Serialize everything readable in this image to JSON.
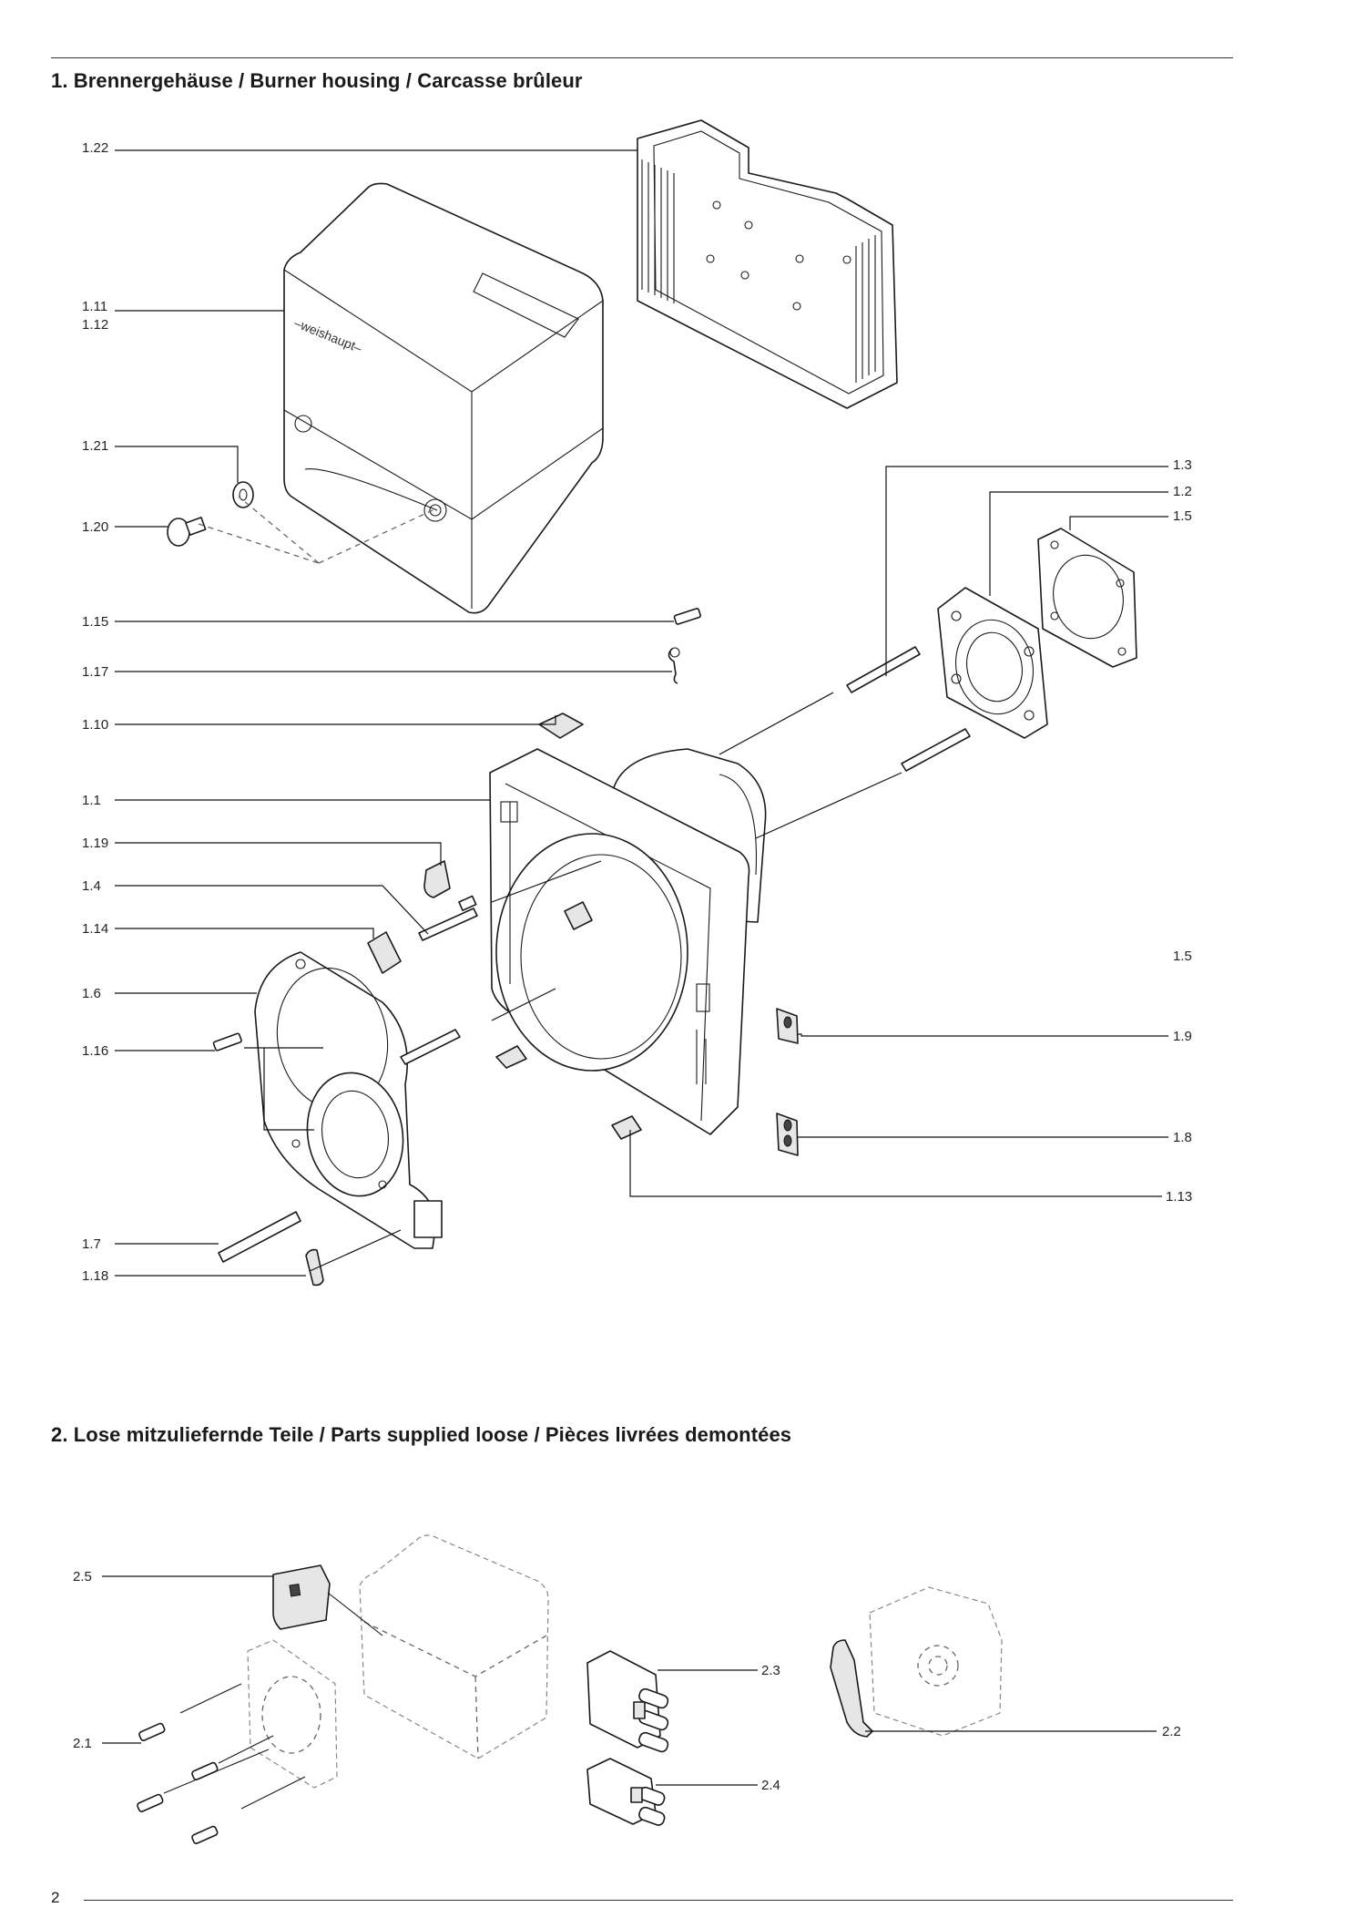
{
  "section1": {
    "title": "1. Brennergehäuse / Burner housing / Carcasse brûleur"
  },
  "section2": {
    "title": "2. Lose mitzuliefernde Teile / Parts supplied loose / Pièces livrées demontées"
  },
  "brand_logo": "–weishaupt–",
  "page_number": "2",
  "callouts": {
    "c1_22": "1.22",
    "c1_11": "1.11",
    "c1_12": "1.12",
    "c1_21": "1.21",
    "c1_20": "1.20",
    "c1_15": "1.15",
    "c1_17": "1.17",
    "c1_10": "1.10",
    "c1_1": "1.1",
    "c1_19": "1.19",
    "c1_4": "1.4",
    "c1_14": "1.14",
    "c1_6": "1.6",
    "c1_16": "1.16",
    "c1_7": "1.7",
    "c1_18": "1.18",
    "c1_3": "1.3",
    "c1_2": "1.2",
    "c1_5a": "1.5",
    "c1_5b": "1.5",
    "c1_9": "1.9",
    "c1_8": "1.8",
    "c1_13": "1.13",
    "c2_5": "2.5",
    "c2_1": "2.1",
    "c2_3": "2.3",
    "c2_4": "2.4",
    "c2_2": "2.2"
  }
}
